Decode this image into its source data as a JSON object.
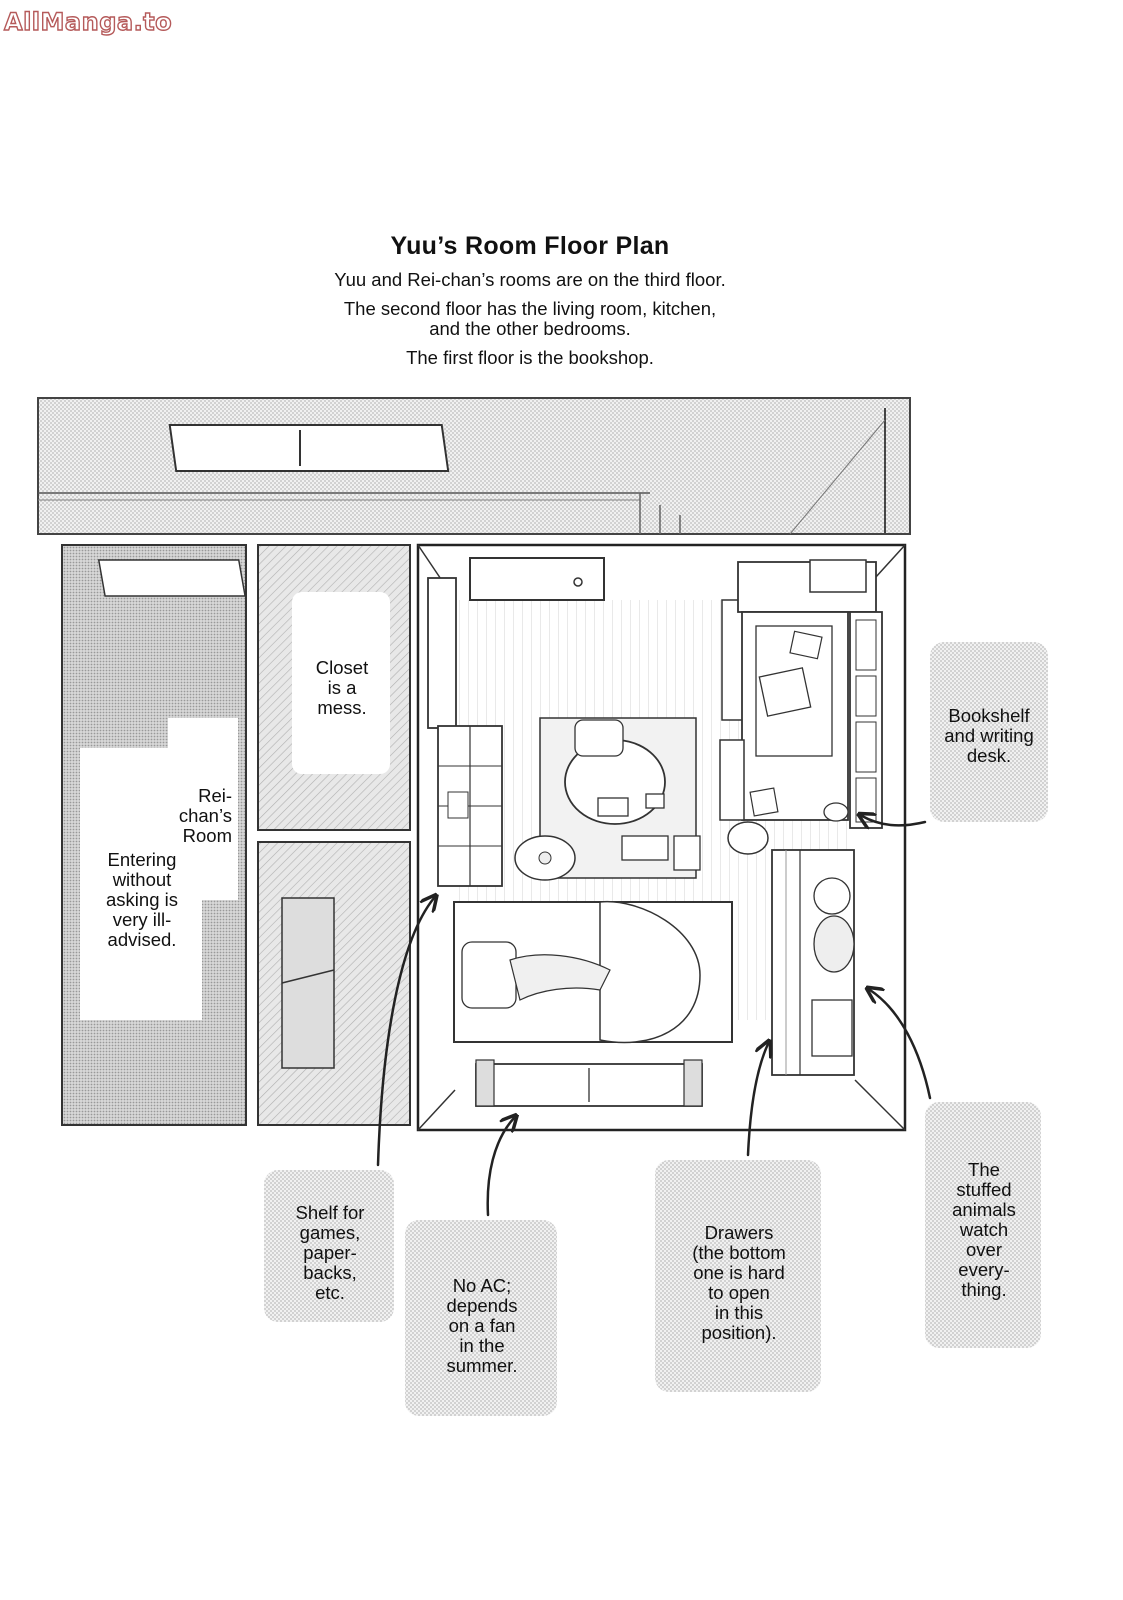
{
  "watermark": "AllManga.to",
  "title": "Yuu’s Room Floor Plan",
  "intro": [
    "Yuu and Rei-chan’s rooms are on the third floor.",
    "The second floor has the living room, kitchen,\nand the other bedrooms.",
    "The first floor is the bookshop."
  ],
  "labels": {
    "closet": "Closet\nis a\nmess.",
    "rei_room": "Rei-\nchan’s\nRoom",
    "rei_warning": "Entering\nwithout\nasking is\nvery ill-\nadvised.",
    "bookshelf_desk": "Bookshelf\nand writing\ndesk.",
    "shelf": "Shelf for\ngames,\npaper-\nbacks,\netc.",
    "no_ac": "No AC;\ndepends\non a fan\nin the\nsummer.",
    "drawers": "Drawers\n(the bottom\none is hard\nto open\nin this\nposition).",
    "stuffed_animals": "The\nstuffed\nanimals\nwatch\nover\nevery-\nthing."
  },
  "colors": {
    "ink": "#222222",
    "tone": "#d4d4d4",
    "tone_dark": "#b9b9b9",
    "watermark_stroke": "#b55a5a"
  }
}
